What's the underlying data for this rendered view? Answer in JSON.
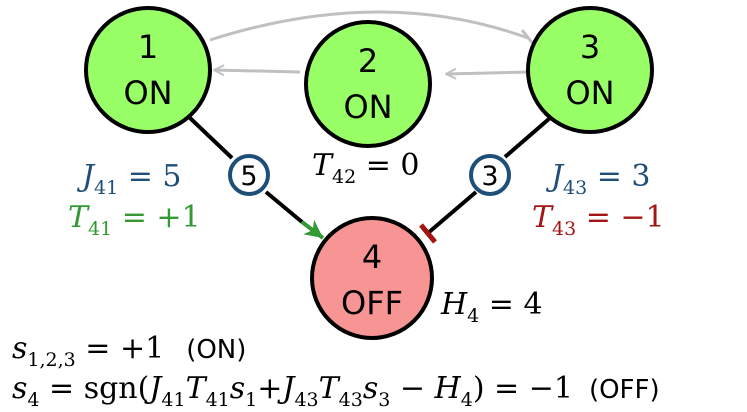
{
  "nodes": [
    {
      "id": "1",
      "state": "ON"
    },
    {
      "id": "2",
      "state": "ON"
    },
    {
      "id": "3",
      "state": "ON"
    },
    {
      "id": "4",
      "state": "OFF"
    }
  ],
  "edge_weights": {
    "j41": "5",
    "j43": "3"
  },
  "labels": {
    "j41": {
      "sym": "J",
      "sub": "41",
      "rest": " = 5"
    },
    "t41": {
      "sym": "T",
      "sub": "41",
      "rest": " = +1"
    },
    "t42": {
      "sym": "T",
      "sub": "42",
      "rest": " = 0"
    },
    "j43": {
      "sym": "J",
      "sub": "43",
      "rest": " = 3"
    },
    "t43": {
      "sym": "T",
      "sub": "43",
      "rest": " = −1"
    },
    "h4": {
      "sym": "H",
      "sub": "4",
      "rest": " = 4"
    }
  },
  "equations": {
    "line1": {
      "sym": "s",
      "sub": "1,2,3",
      "rest": " = +1",
      "note": "(ON)"
    },
    "line2": {
      "s4": "s",
      "s4_sub": "4",
      "eq": " = sgn(",
      "j41": "J",
      "j41_sub": "41",
      "t41": "T",
      "t41_sub": "41",
      "s1": "s",
      "s1_sub": "1",
      "plus": "+",
      "j43": "J",
      "j43_sub": "43",
      "t43": "T",
      "t43_sub": "43",
      "s3": "s",
      "s3_sub": "3",
      "minus": " − ",
      "h4": "H",
      "h4_sub": "4",
      "result": ") = −1",
      "note": "(OFF)"
    }
  },
  "colors": {
    "on_fill": "#99FF66",
    "off_fill": "#F79494",
    "node_stroke": "#000000",
    "gray_edge": "#C0C0C0",
    "badge_blue": "#1F4E79",
    "green": "#339933",
    "red": "#A31515"
  }
}
